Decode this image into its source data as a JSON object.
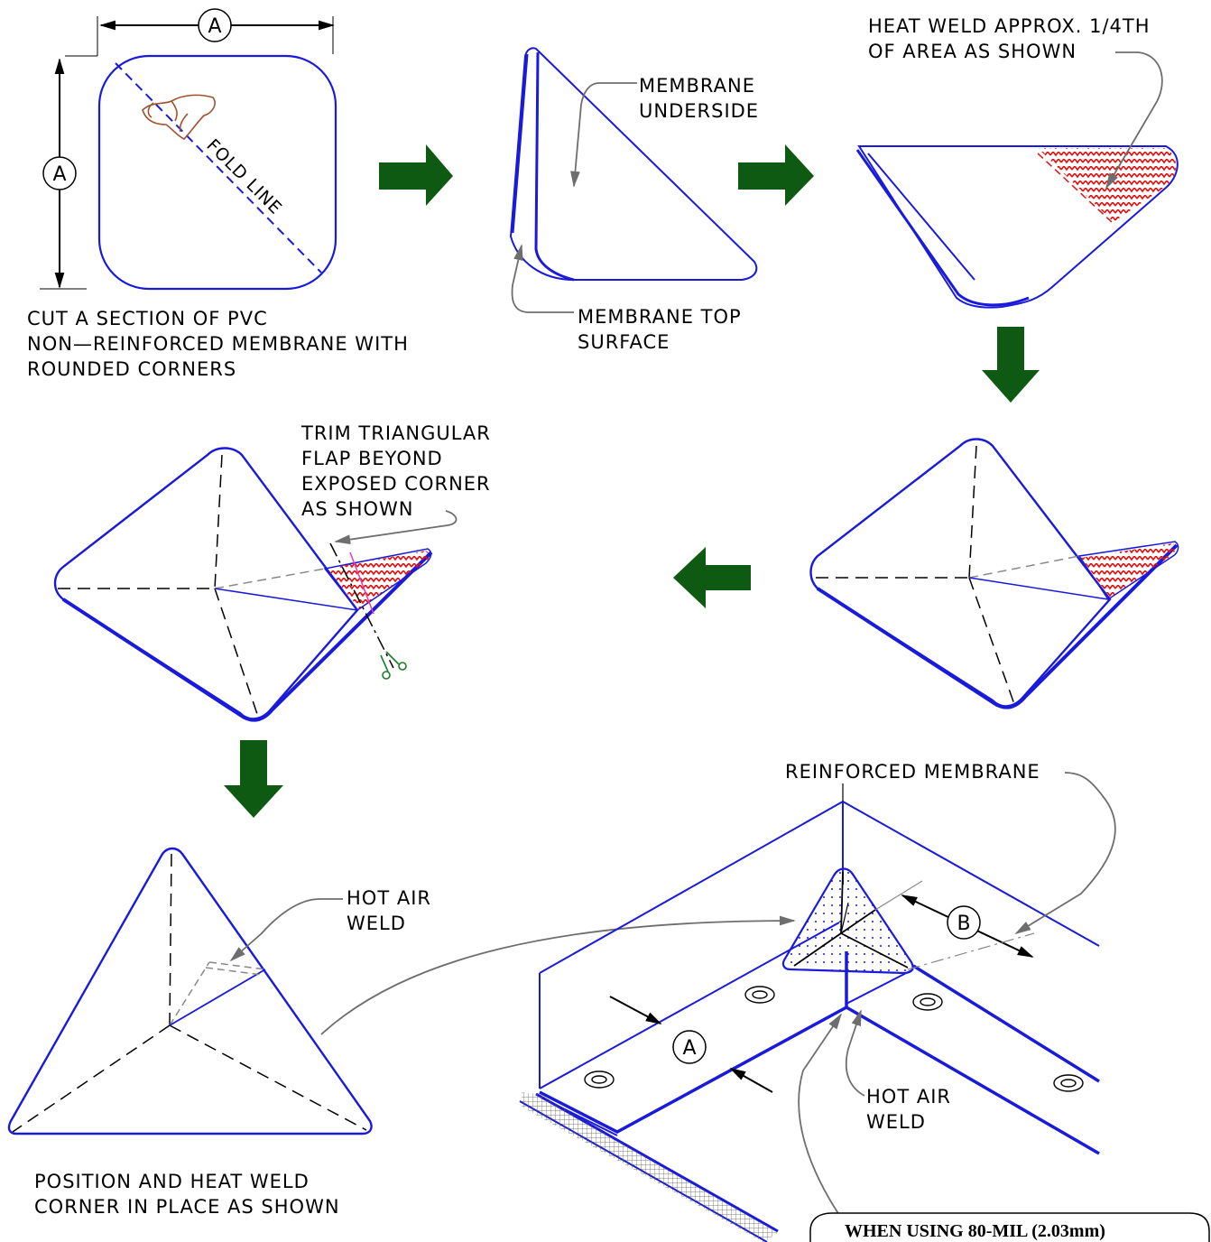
{
  "step1": {
    "dimension_label_top": "A",
    "dimension_label_side": "A",
    "fold_line_label": "FOLD LINE",
    "caption_line1": "CUT A SECTION OF PVC",
    "caption_line2": "NON—REINFORCED MEMBRANE WITH",
    "caption_line3": "ROUNDED CORNERS"
  },
  "step2": {
    "underside_line1": "MEMBRANE",
    "underside_line2": "UNDERSIDE",
    "top_line1": "MEMBRANE TOP",
    "top_line2": "SURFACE"
  },
  "step3": {
    "note_line1": "HEAT WELD APPROX. 1/4TH",
    "note_line2": "OF AREA AS SHOWN"
  },
  "step5": {
    "note_line1": "TRIM TRIANGULAR",
    "note_line2": "FLAP BEYOND",
    "note_line3": "EXPOSED CORNER",
    "note_line4": "AS SHOWN"
  },
  "step6": {
    "weld_line1": "HOT AIR",
    "weld_line2": "WELD",
    "caption_line1": "POSITION AND HEAT WELD",
    "caption_line2": "CORNER IN PLACE AS SHOWN"
  },
  "step7": {
    "reinforced_label": "REINFORCED MEMBRANE",
    "dim_b": "B",
    "dim_a": "A",
    "weld_line1": "HOT AIR",
    "weld_line2": "WELD",
    "note_box": "WHEN USING 80-MIL (2.03mm)"
  },
  "colors": {
    "outline": "#1a1adb",
    "arrow": "#0f5a12",
    "weld": "#e01010",
    "leader": "#6e6e6e",
    "hand": "#a0522d",
    "scissors": "#1e7a2e"
  }
}
